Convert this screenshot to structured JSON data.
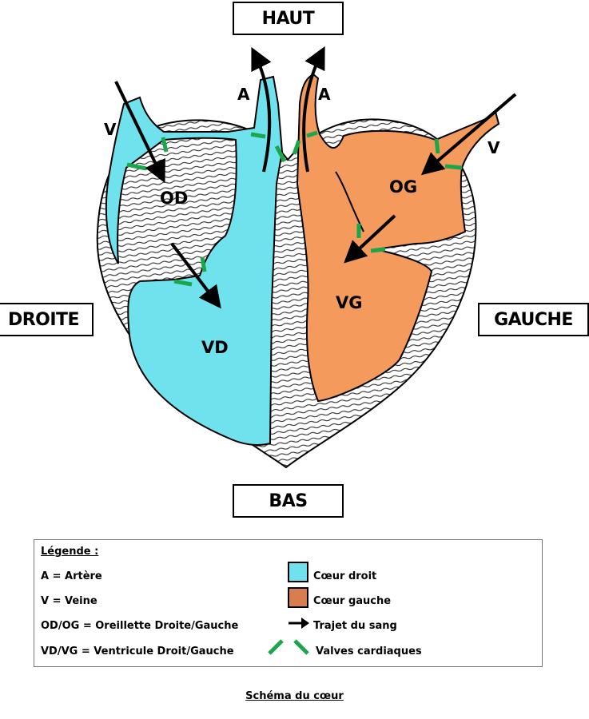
{
  "directions": {
    "top": "HAUT",
    "bottom": "BAS",
    "right_side": "DROITE",
    "left_side": "GAUCHE"
  },
  "labels": {
    "od": "OD",
    "og": "OG",
    "vd": "VD",
    "vg": "VG",
    "artery_right": "A",
    "artery_left": "A",
    "vein_right": "V",
    "vein_left": "V"
  },
  "legend": {
    "title": "Légende :",
    "definitions": [
      "A = Artère",
      "V = Veine",
      "OD/OG = Oreillette Droite/Gauche",
      "VD/VG = Ventricule Droit/Gauche"
    ],
    "keys": [
      {
        "label": "Cœur droit",
        "kind": "swatch",
        "color": "#6fe2ee"
      },
      {
        "label": "Cœur gauche",
        "kind": "swatch",
        "color": "#d77d4f"
      },
      {
        "label": "Trajet du sang",
        "kind": "arrow-icon"
      },
      {
        "label": "Valves cardiaques",
        "kind": "valve-icon",
        "color": "#1aa64a"
      }
    ]
  },
  "caption": "Schéma du cœur",
  "colors": {
    "right_heart": "#6fe2ee",
    "left_heart": "#f39a5c",
    "valve": "#1aa64a",
    "outline": "#000000"
  }
}
